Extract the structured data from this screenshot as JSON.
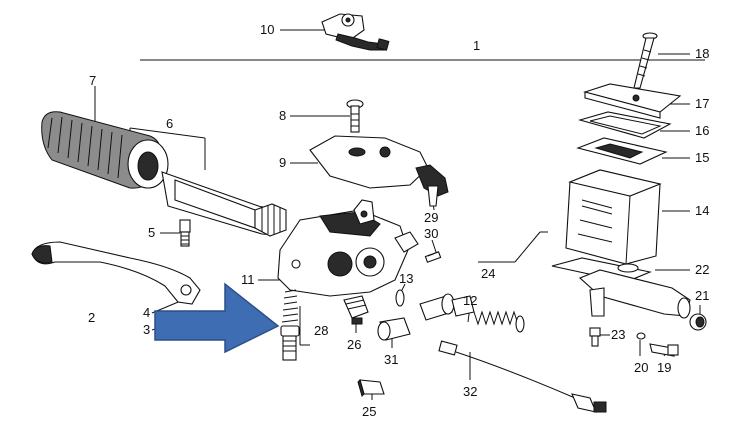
{
  "diagram": {
    "labels": {
      "p1": "1",
      "p2": "2",
      "p3": "3",
      "p4": "4",
      "p5": "5",
      "p6": "6",
      "p7": "7",
      "p8": "8",
      "p9": "9",
      "p10": "10",
      "p11": "11",
      "p12": "12",
      "p13": "13",
      "p14": "14",
      "p15": "15",
      "p16": "16",
      "p17": "17",
      "p18": "18",
      "p19": "19",
      "p20": "20",
      "p21": "21",
      "p22": "22",
      "p23": "23",
      "p24": "24",
      "p25": "25",
      "p26": "26",
      "p28": "28",
      "p29": "29",
      "p30": "30",
      "p31": "31",
      "p32": "32"
    },
    "arrow_color": "#3f6db3",
    "arrow_outline": "#2c4f88",
    "line_color": "#111111"
  }
}
